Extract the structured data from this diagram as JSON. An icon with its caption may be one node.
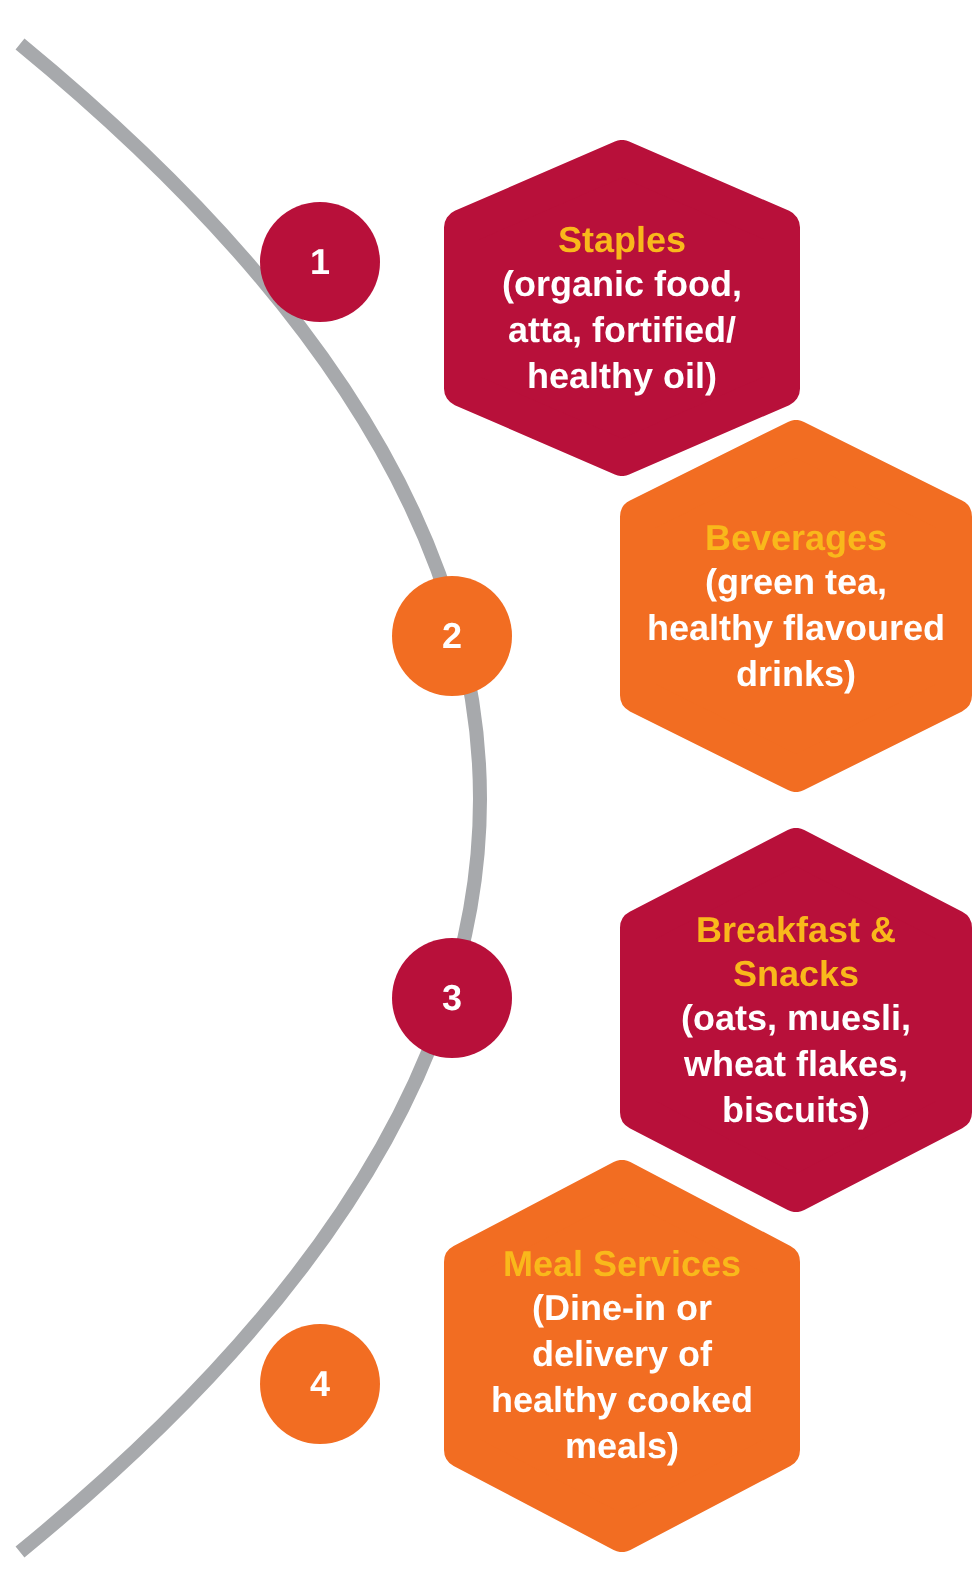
{
  "diagram": {
    "nodes": [
      {
        "text": [
          "Staples",
          "(organic food, atta, fortified/ healthy oil)"
        ]
      },
      {
        "text": [
          "1"
        ]
      },
      {
        "text": [
          "Beverages",
          "(green tea, healthy flavoured drinks)"
        ]
      },
      {
        "text": [
          "2"
        ]
      },
      {
        "text": [
          "Breakfast & Snacks",
          "(oats, muesli, wheat flakes, biscuits)"
        ]
      },
      {
        "text": [
          "3"
        ]
      },
      {
        "text": [
          "Meal Services",
          "(Dine-in or delivery of healthy cooked meals)"
        ]
      },
      {
        "text": [
          "4"
        ]
      }
    ]
  }
}
